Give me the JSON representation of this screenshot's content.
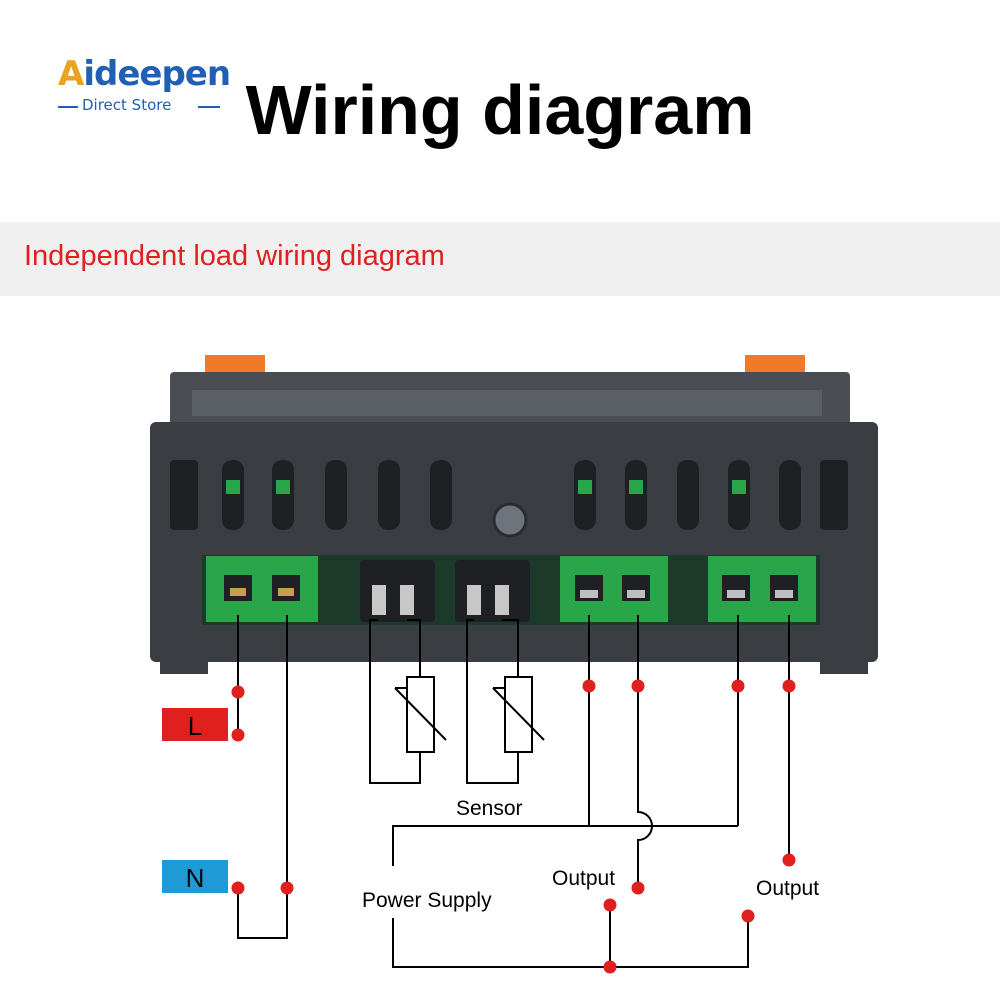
{
  "logo": {
    "brand_prefix": "A",
    "brand_rest": "ideepen",
    "tagline": "Direct Store"
  },
  "header": {
    "title": "Wiring diagram"
  },
  "section": {
    "subtitle": "Independent load wiring diagram"
  },
  "terminals": {
    "line": "L",
    "neutral": "N"
  },
  "labels": {
    "sensor": "Sensor",
    "power_supply": "Power Supply",
    "output_1": "Output",
    "output_2": "Output"
  },
  "colors": {
    "subtitle": "#e0201e",
    "line_terminal": "#e0201e",
    "neutral_terminal": "#1e9ad6",
    "wire_dot": "#e0201e",
    "connector_green": "#2aa64a",
    "housing": "#3a3d42",
    "clip": "#f07a28"
  }
}
